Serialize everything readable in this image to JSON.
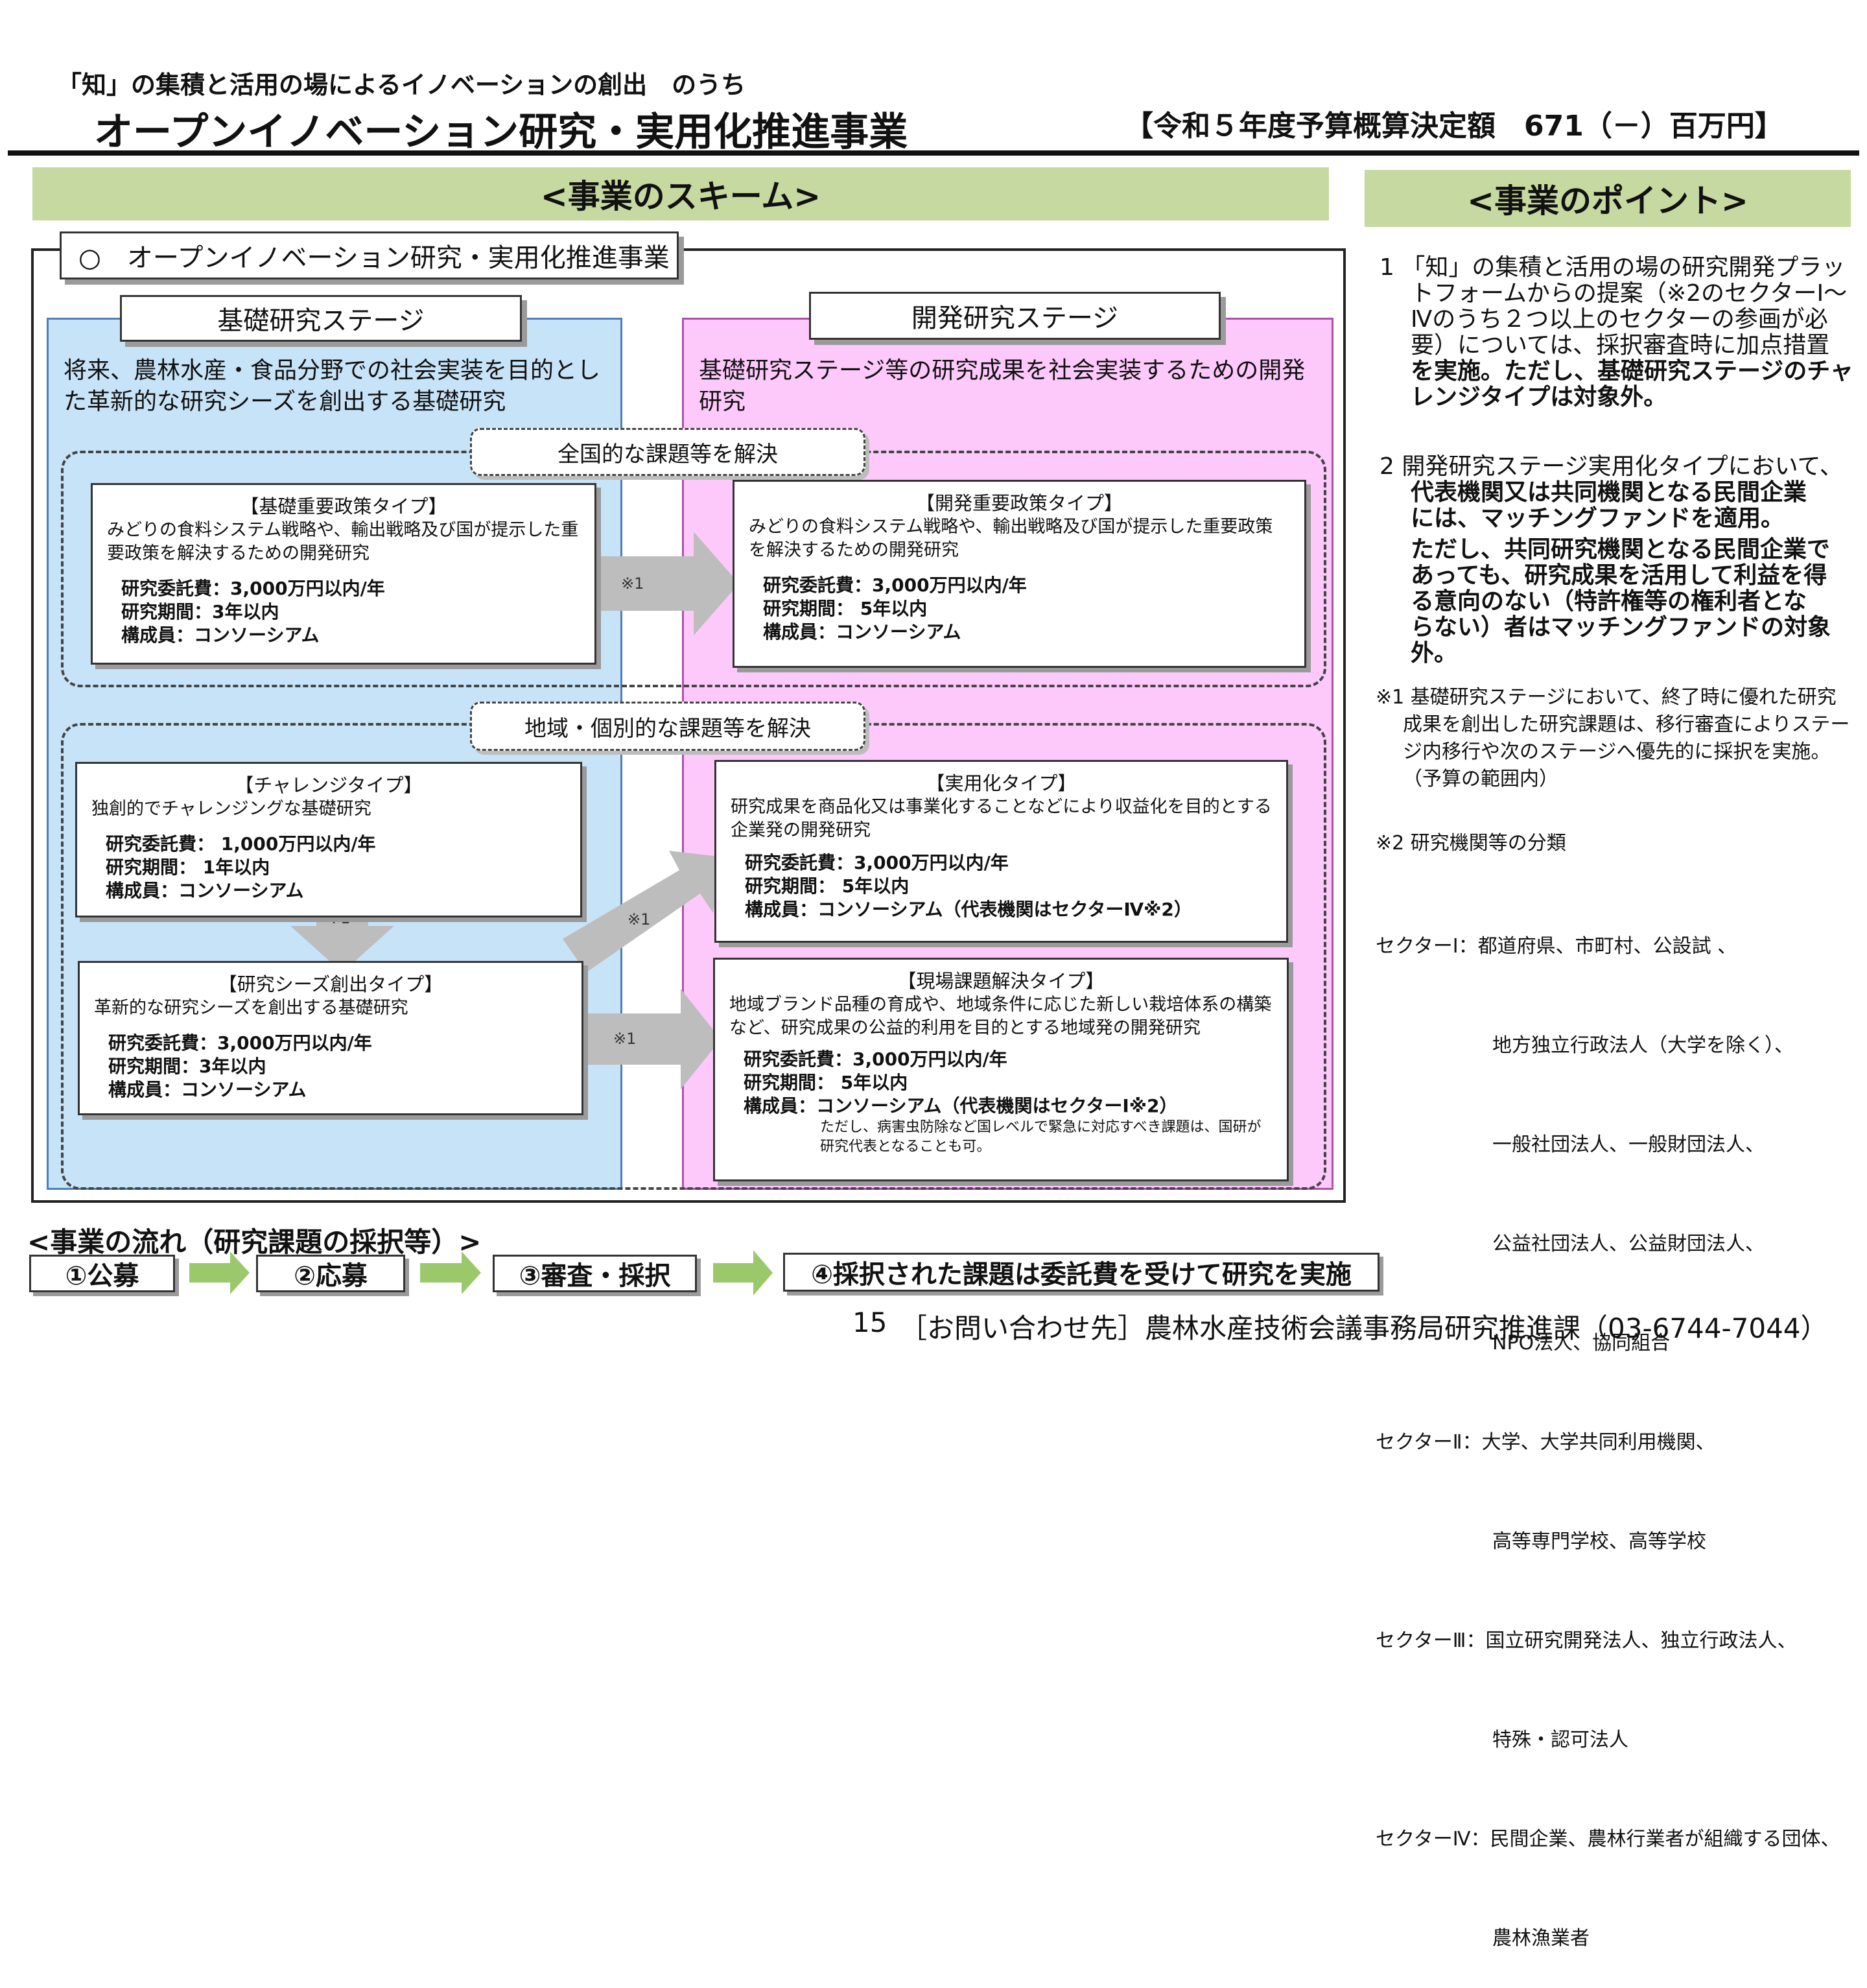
{
  "header": {
    "subtitle": "「知」の集積と活用の場によるイノベーションの創出　のうち",
    "title": "オープンイノベーション研究・実用化推進事業",
    "budget": "【令和５年度予算概算決定額　671（－）百万円】"
  },
  "scheme": {
    "heading": "<事業のスキーム>",
    "program_label": "○　オープンイノベーション研究・実用化推進事業",
    "basic_stage": {
      "label": "基礎研究ステージ",
      "desc": "将来、農林水産・食品分野での社会実装を目的とした革新的な研究シーズを創出する基礎研究"
    },
    "dev_stage": {
      "label": "開発研究ステージ",
      "desc": "基礎研究ステージ等の研究成果を社会実装するための開発研究"
    },
    "national_label": "全国的な課題等を解決",
    "regional_label": "地域・個別的な課題等を解決",
    "arrow_note": "※1",
    "cards": {
      "basic_policy": {
        "title": "【基礎重要政策タイプ】",
        "desc": "みどりの食料システム戦略や、輸出戦略及び国が提示した重要政策を解決するための開発研究",
        "fee": "研究委託費：3,000万円以内/年",
        "period": "研究期間：3年以内",
        "members": "構成員：コンソーシアム"
      },
      "dev_policy": {
        "title": "【開発重要政策タイプ】",
        "desc": "みどりの食料システム戦略や、輸出戦略及び国が提示した重要政策を解決するための開発研究",
        "fee": "研究委託費：3,000万円以内/年",
        "period": "研究期間： 5年以内",
        "members": "構成員：コンソーシアム"
      },
      "challenge": {
        "title": "【チャレンジタイプ】",
        "desc": "独創的でチャレンジングな基礎研究",
        "fee": "研究委託費： 1,000万円以内/年",
        "period": "研究期間： 1年以内",
        "members": "構成員：コンソーシアム"
      },
      "seeds": {
        "title": "【研究シーズ創出タイプ】",
        "desc": "革新的な研究シーズを創出する基礎研究",
        "fee": "研究委託費：3,000万円以内/年",
        "period": "研究期間：3年以内",
        "members": "構成員：コンソーシアム"
      },
      "practical": {
        "title": "【実用化タイプ】",
        "desc": "研究成果を商品化又は事業化することなどにより収益化を目的とする企業発の開発研究",
        "fee": "研究委託費：3,000万円以内/年",
        "period": "研究期間： 5年以内",
        "members": "構成員：コンソーシアム（代表機関はセクターⅣ※2）"
      },
      "field": {
        "title": "【現場課題解決タイプ】",
        "desc": "地域ブランド品種の育成や、地域条件に応じた新しい栽培体系の構築など、研究成果の公益的利用を目的とする地域発の開発研究",
        "fee": "研究委託費：3,000万円以内/年",
        "period": "研究期間： 5年以内",
        "members": "構成員：コンソーシアム（代表機関はセクターⅠ※2）",
        "note": "ただし、病害虫防除など国レベルで緊急に対応すべき課題は、国研が研究代表となることも可。"
      }
    }
  },
  "points": {
    "heading": "<事業のポイント>",
    "p1_lines": [
      "1 「知」の集積と活用の場の研究開発プラッ",
      "トフォームからの提案（※2のセクターⅠ～",
      "Ⅳのうち２つ以上のセクターの参画が必",
      "要）については、採択審査時に加点措置",
      "を実施。ただし、基礎研究ステージのチャ",
      "レンジタイプは対象外。"
    ],
    "p2_lines": [
      "2  開発研究ステージ実用化タイプにおいて、",
      "代表機関又は共同機関となる民間企業",
      "には、マッチングファンドを適用。",
      "ただし、共同研究機関となる民間企業で",
      "あっても、研究成果を活用して利益を得",
      "る意向のない（特許権等の権利者とな",
      "らない）者はマッチングファンドの対象外。"
    ],
    "note1_lines": [
      "※1  基礎研究ステージにおいて、終了時に優れた研究",
      "成果を創出した研究課題は、移行審査によりステー",
      "ジ内移行や次のステージへ優先的に採択を実施。",
      "（予算の範囲内）"
    ],
    "note2_title": "※2  研究機関等の分類",
    "sectors": [
      "セクターⅠ：都道府県、市町村、公設試 、",
      "　　　　　　地方独立行政法人（大学を除く）、",
      "　　　　　　一般社団法人、一般財団法人、",
      "　　　　　　公益社団法人、公益財団法人、",
      "　　　　　　NPO法人、協同組合",
      "セクターⅡ：大学、大学共同利用機関、",
      "　　　　　　高等専門学校、高等学校",
      "セクターⅢ：国立研究開発法人、独立行政法人、",
      "　　　　　　特殊・認可法人",
      "セクターⅣ：民間企業、農林行業者が組織する団体、",
      "　　　　　　農林漁業者"
    ]
  },
  "flow": {
    "heading": "<事業の流れ（研究課題の採択等）>",
    "steps": [
      "①公募",
      "②応募",
      "③審査・採択",
      "④採択された課題は委託費を受けて研究を実施"
    ]
  },
  "footer": {
    "page": "15",
    "contact": "［お問い合わせ先］農林水産技術会議事務局研究推進課（03-6744-7044）"
  },
  "colors": {
    "band": "#c6d9a0",
    "basic_stage": "#c7e3f7",
    "dev_stage": "#fdc9fb",
    "arrow": "#bdbdbd",
    "flow_arrow": "#9bc86a"
  }
}
